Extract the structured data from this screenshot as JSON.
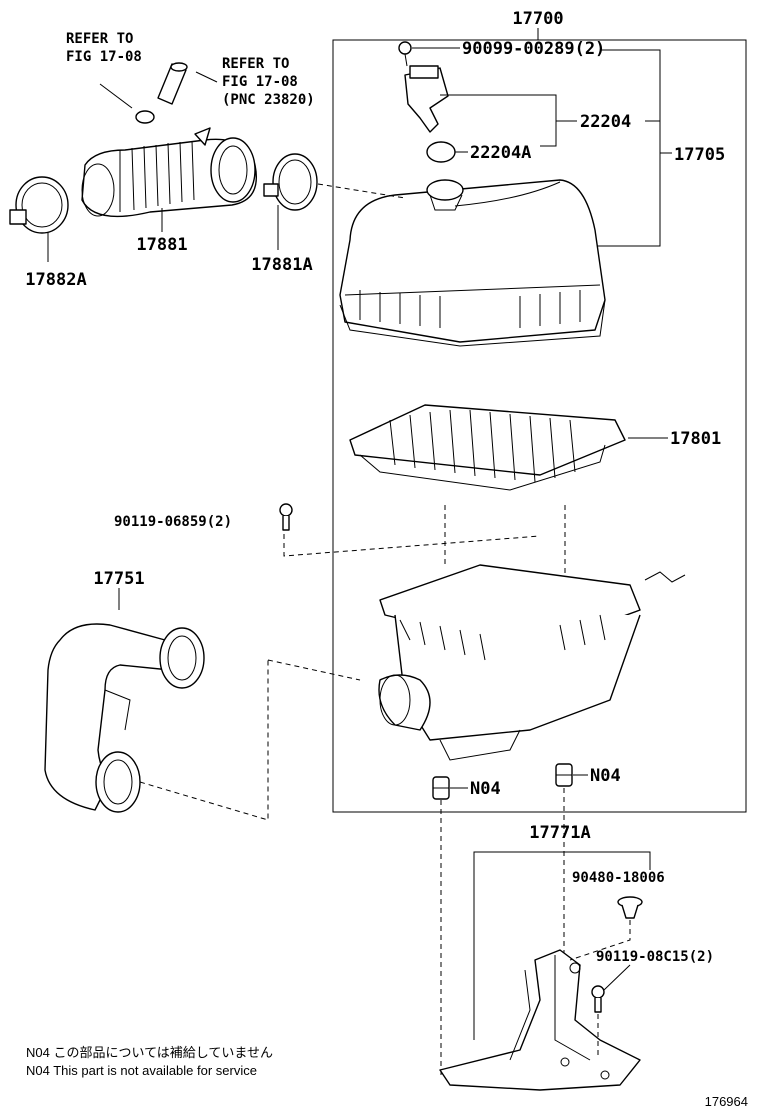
{
  "labels": {
    "assy_17700": "17700",
    "refer_left_1": "REFER TO",
    "refer_left_2": "FIG 17-08",
    "refer_right_1": "REFER TO",
    "refer_right_2": "FIG 17-08",
    "refer_right_3": "(PNC 23820)",
    "bolt_90099": "90099-00289(2)",
    "sensor_22204": "22204",
    "oring_22204a": "22204A",
    "cap_17705": "17705",
    "hose_17881": "17881",
    "clamp_17881a": "17881A",
    "clamp_17882a": "17882A",
    "element_17801": "17801",
    "bolt_90119_06859": "90119-06859(2)",
    "duct_17751": "17751",
    "grommet_n04_a": "N04",
    "grommet_n04_b": "N04",
    "bracket_17771a": "17771A",
    "clip_90480": "90480-18006",
    "bolt_90119_08c15": "90119-08C15(2)"
  },
  "notes": {
    "note_ja": "N04 この部品については補給していません",
    "note_en": "N04 This part is not available for service"
  },
  "figure_number": "176964"
}
